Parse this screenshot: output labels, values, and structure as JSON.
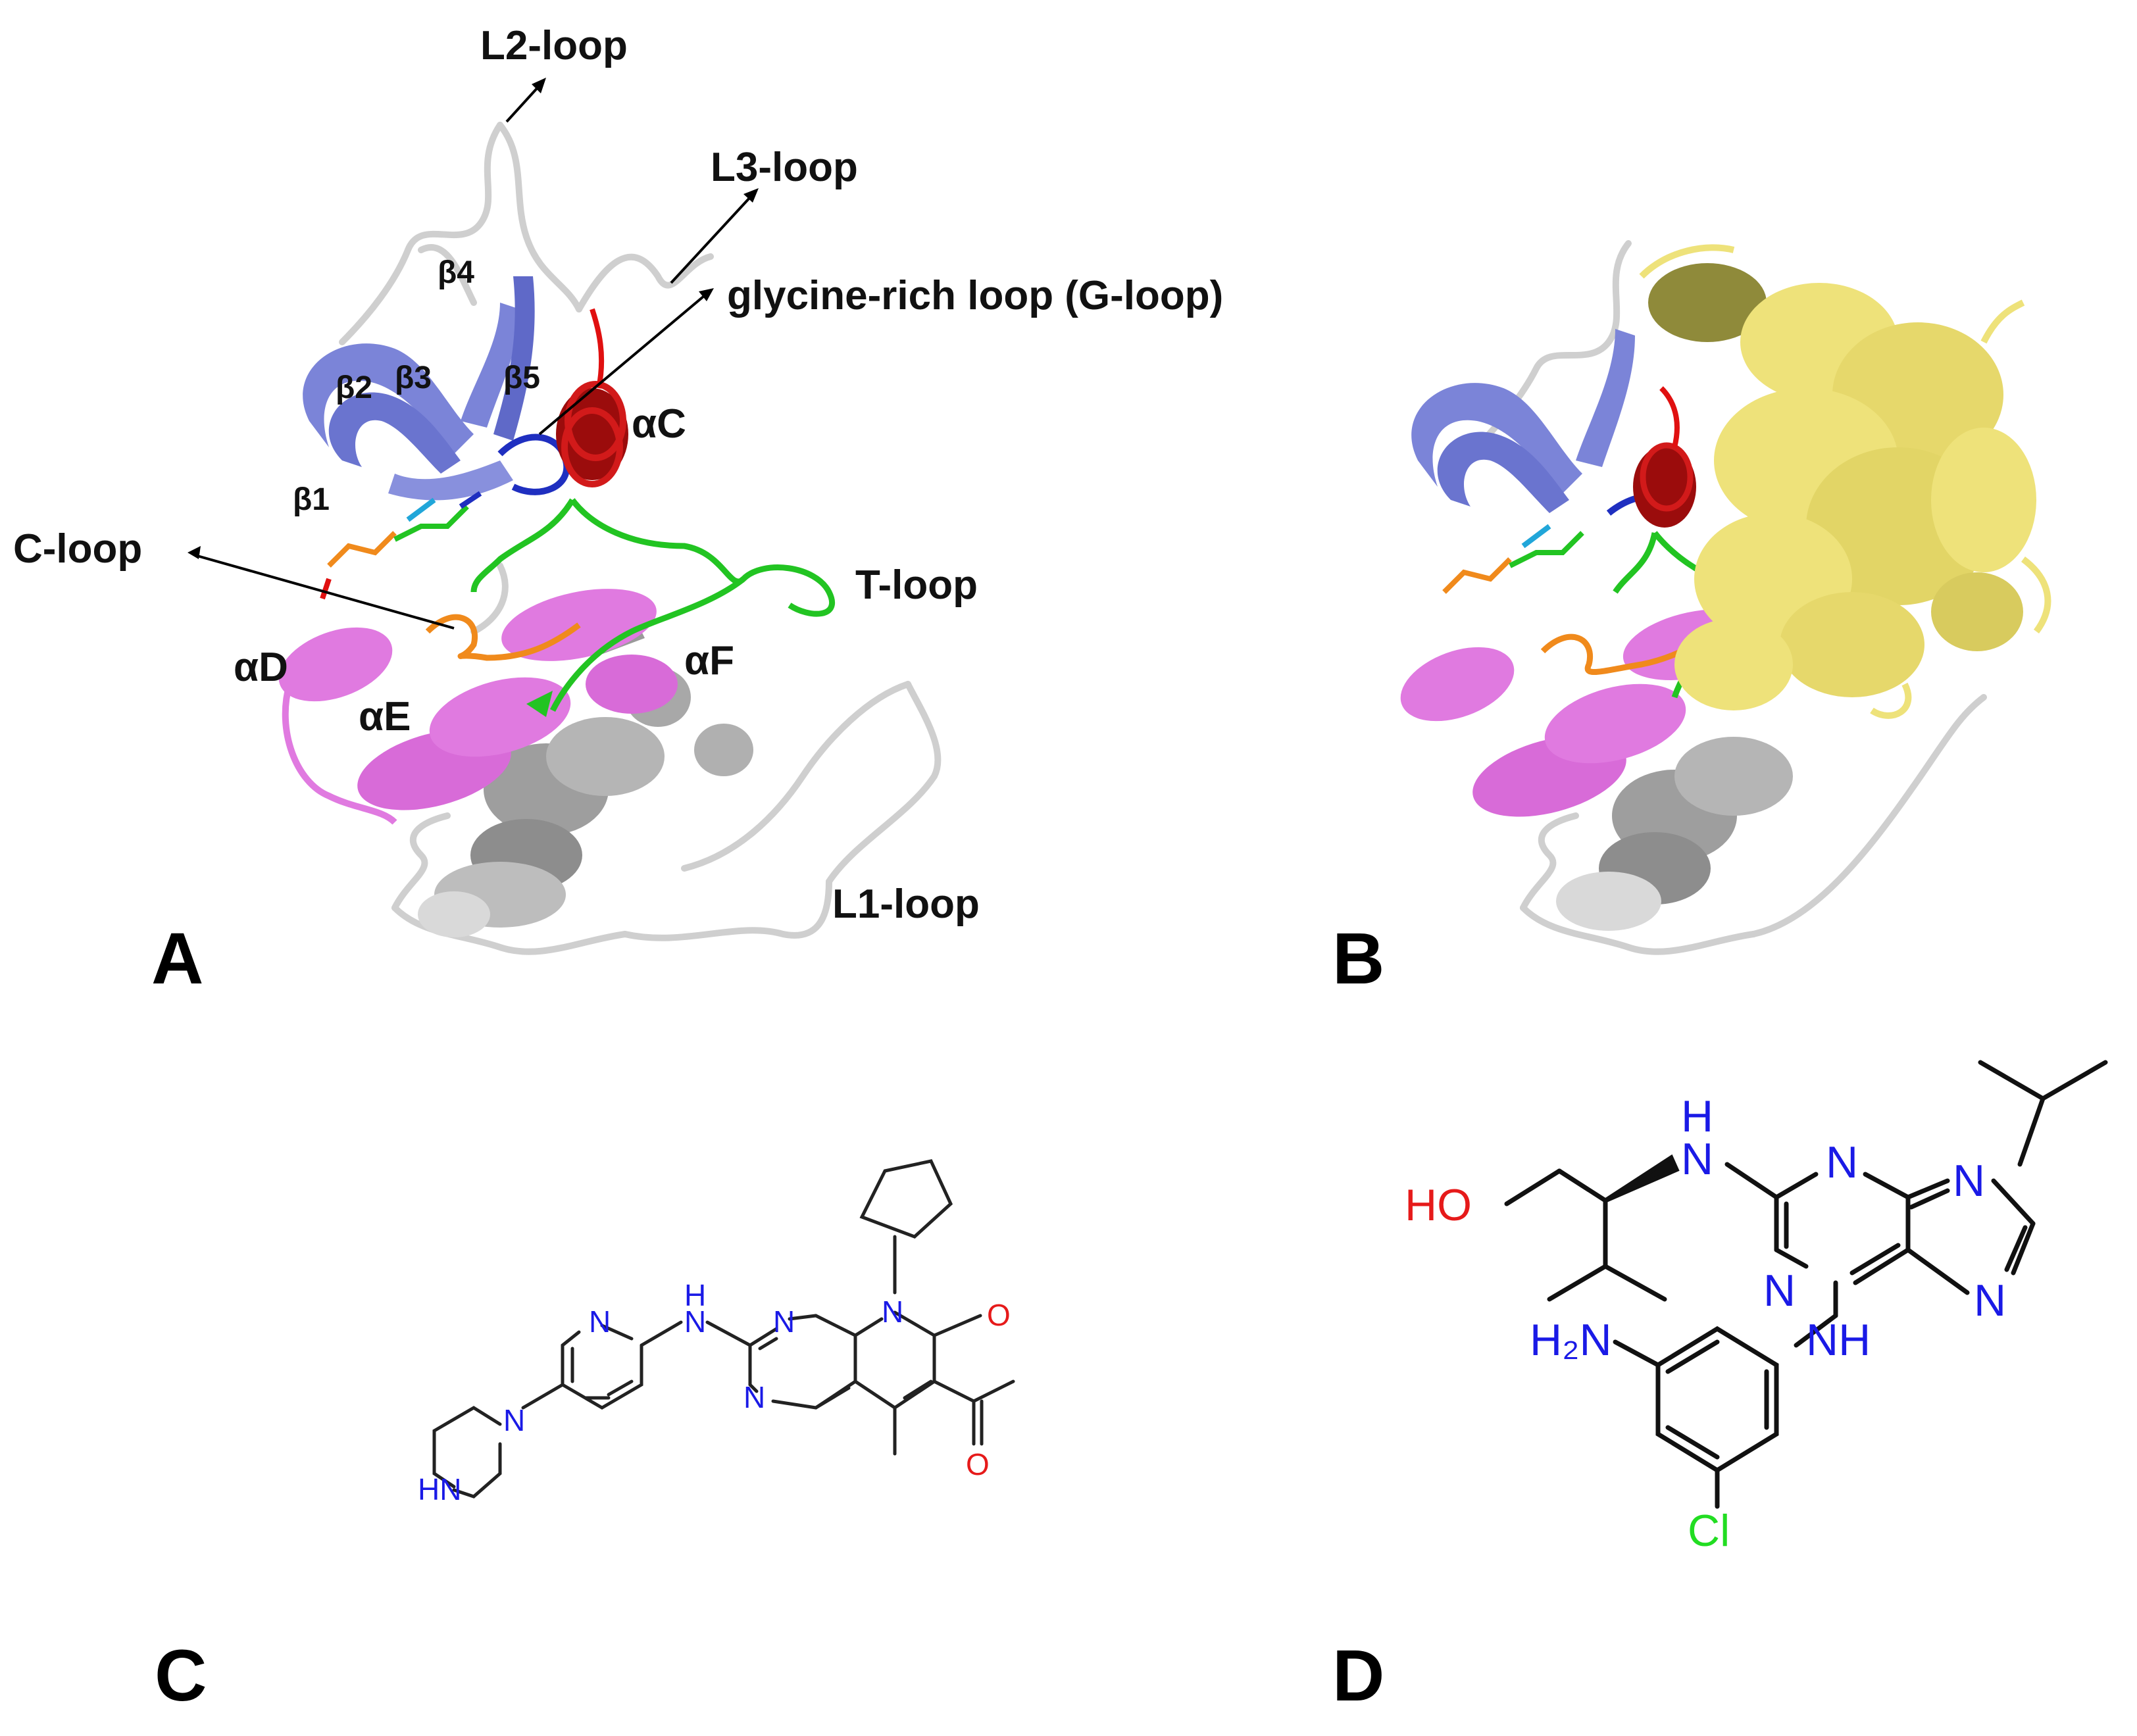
{
  "panels": {
    "A": {
      "letter": "A"
    },
    "B": {
      "letter": "B"
    },
    "C": {
      "letter": "C"
    },
    "D": {
      "letter": "D"
    }
  },
  "structure_labels": {
    "l2_loop": "L2-loop",
    "l3_loop": "L3-loop",
    "g_loop": "glycine-rich loop (G-loop)",
    "c_loop": "C-loop",
    "t_loop": "T-loop",
    "l1_loop": "L1-loop",
    "alpha_c": "αC",
    "alpha_d": "αD",
    "alpha_e": "αE",
    "alpha_f": "αF",
    "beta1": "β1",
    "beta2": "β2",
    "beta3": "β3",
    "beta4": "β4",
    "beta5": "β5"
  },
  "molecule_c_atoms": {
    "n_pyridine": "N",
    "nh_linker": "N",
    "h_linker": "H",
    "n_pyrimidine_top": "N",
    "n_pyrimidine_bottom": "N",
    "n_cyclopentyl": "N",
    "o_lactam": "O",
    "o_acetyl": "O",
    "n_piperazine": "N",
    "hn_piperazine": "HN"
  },
  "molecule_d_atoms": {
    "ho": "HO",
    "nh_top_h": "H",
    "nh_top_n": "N",
    "n_purine_top": "N",
    "n_purine_left": "N",
    "n_purine_9": "N",
    "n_purine_7": "N",
    "nh_aniline": "NH",
    "h2n": "H₂N",
    "cl": "Cl"
  },
  "colors": {
    "beta_strands": "#7b84d8",
    "g_loop": "#1f2fc0",
    "alpha_c": "#b01010",
    "t_loop": "#22c422",
    "c_loop": "#f08a1c",
    "helices_magenta": "#e07ae0",
    "backbone_grey": "#c8c8c8",
    "cyclin_yellow": "#eee27a",
    "atom_N": "#1a1ae6",
    "atom_O": "#e61a1a",
    "atom_Cl": "#22dd22"
  }
}
